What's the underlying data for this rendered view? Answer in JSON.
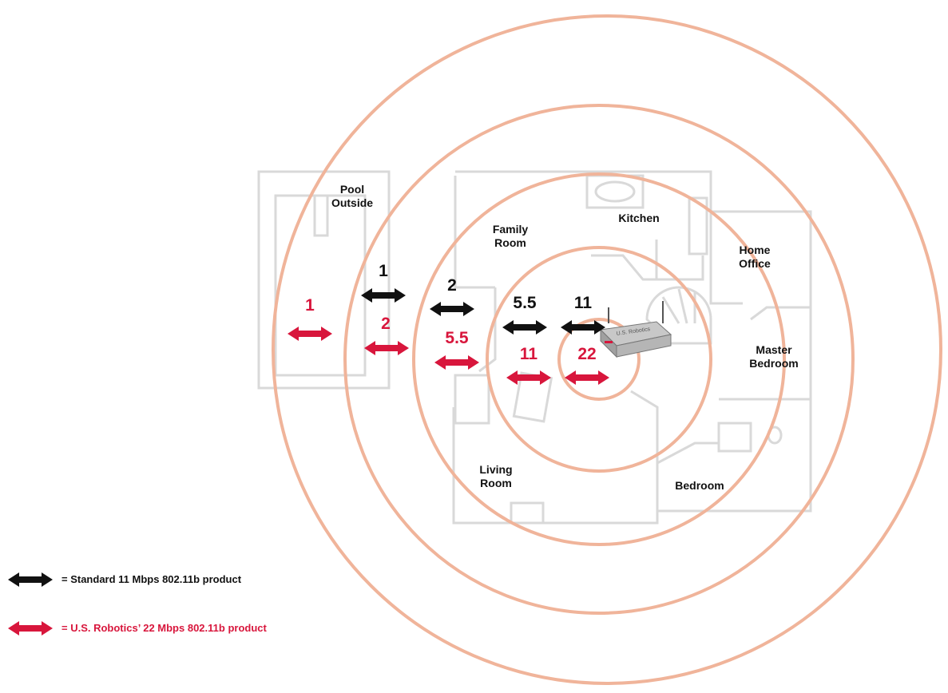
{
  "colors": {
    "ring": "#f0b49a",
    "floorplan": "#d9d9d9",
    "standard": "#111111",
    "usr": "#d8163c"
  },
  "rooms": {
    "pool_outside": [
      "Pool",
      "Outside"
    ],
    "family_room": [
      "Family",
      "Room"
    ],
    "kitchen": [
      "Kitchen"
    ],
    "home_office": [
      "Home",
      "Office"
    ],
    "master_bedroom": [
      "Master",
      "Bedroom"
    ],
    "living_room": [
      "Living",
      "Room"
    ],
    "bedroom": [
      "Bedroom"
    ]
  },
  "router": {
    "brand_text": "U.S. Robotics",
    "icon": "router-icon"
  },
  "ranges": [
    {
      "standard_rate": "11",
      "usr_rate": "22"
    },
    {
      "standard_rate": "5.5",
      "usr_rate": "11"
    },
    {
      "standard_rate": "2",
      "usr_rate": "5.5"
    },
    {
      "standard_rate": "1",
      "usr_rate": "2"
    },
    {
      "standard_rate": "",
      "usr_rate": "1"
    }
  ],
  "legend": {
    "standard": "= Standard 11 Mbps 802.11b product",
    "usr": "= U.S. Robotics’ 22 Mbps 802.11b product"
  }
}
